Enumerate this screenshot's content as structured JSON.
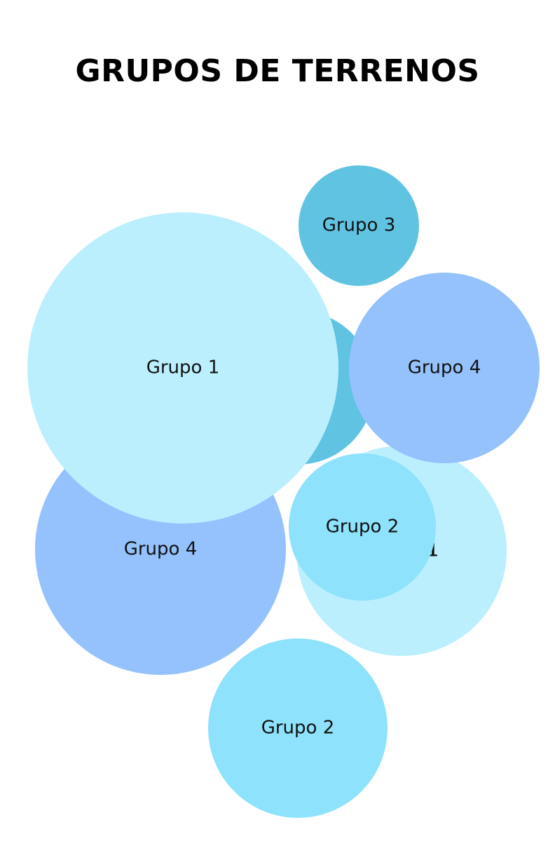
{
  "title": "GRUPOS DE TERRENOS",
  "colors": {
    "grupo_1": "#bbeffd",
    "grupo_2": "#8ee2fb",
    "grupo_3": "#60c3e2",
    "grupo_4": "#95c2fc"
  },
  "bubbles": [
    {
      "id": "b1",
      "group": "grupo_3",
      "label": ""
    },
    {
      "id": "b2",
      "group": "grupo_1",
      "label": "Grupo 1"
    },
    {
      "id": "b3",
      "group": "grupo_3",
      "label": "Grupo 3"
    },
    {
      "id": "b4",
      "group": "grupo_4",
      "label": "Grupo 4"
    },
    {
      "id": "b5",
      "group": "grupo_4",
      "label": "Grupo 4"
    },
    {
      "id": "b6",
      "group": "grupo_1",
      "label": "1"
    },
    {
      "id": "b7",
      "group": "grupo_1",
      "label": "Grupo 1"
    },
    {
      "id": "b8",
      "group": "grupo_2",
      "label": "Grupo 2"
    },
    {
      "id": "b9",
      "group": "grupo_2",
      "label": "Grupo 2"
    }
  ]
}
